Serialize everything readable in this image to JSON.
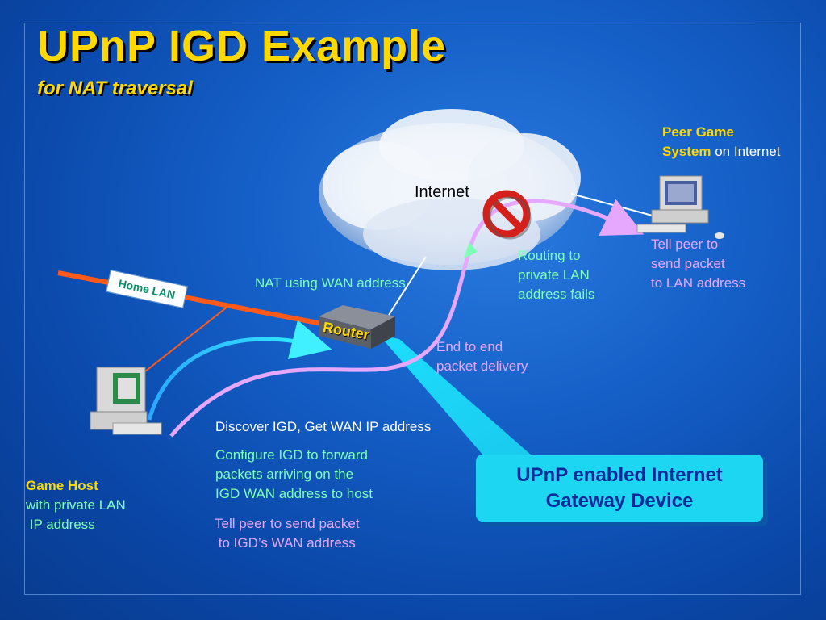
{
  "title": "UPnP IGD Example",
  "subtitle": "for NAT traversal",
  "internet_label": "Internet",
  "home_lan_label": "Home LAN",
  "router_label": "Router",
  "nat_label": "NAT using WAN address",
  "peer": {
    "title_line1": "Peer Game",
    "title_line2": "System",
    "suffix": " on Internet"
  },
  "tell_peer_lan": [
    "Tell peer to",
    "send packet",
    "to LAN address"
  ],
  "routing_fails": [
    "Routing to",
    "private LAN",
    "address fails"
  ],
  "end_to_end": [
    "End to end",
    "packet delivery"
  ],
  "discover": "Discover IGD, Get WAN IP address",
  "configure": [
    "Configure IGD to forward",
    "packets arriving on the",
    "IGD WAN address to host"
  ],
  "tell_peer_wan": [
    "Tell peer to send packet",
    " to IGD’s WAN address"
  ],
  "game_host": {
    "title": "Game Host",
    "line2": "with private LAN",
    "line3": " IP address"
  },
  "igd_box": [
    "UPnP enabled Internet",
    "Gateway Device"
  ],
  "colors": {
    "title": "#ffd800",
    "violet": "#e6a8ff",
    "green": "#7dffb6",
    "cyan_box": "#1cd6f2",
    "orange_lan": "#ff5a1a"
  },
  "icons": {
    "cloud": "cloud-icon",
    "blocked": "prohibited-icon",
    "router": "router-icon",
    "host_computer": "desktop-computer-icon",
    "peer_computer": "desktop-computer-icon"
  }
}
